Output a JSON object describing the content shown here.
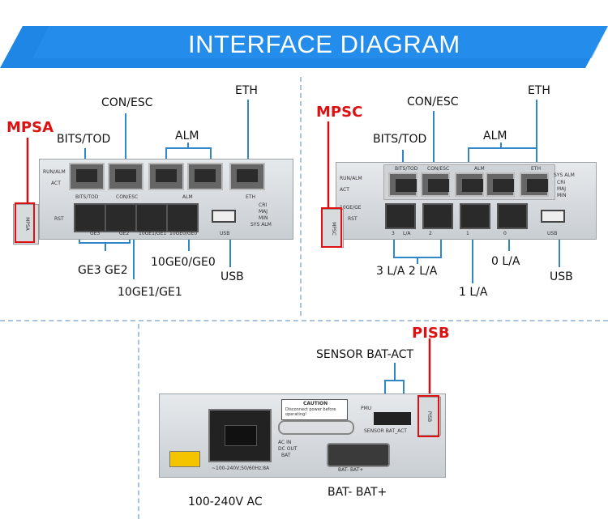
{
  "header": {
    "title": "INTERFACE DIAGRAM"
  },
  "mpsa": {
    "name": "MPSA",
    "labels": {
      "con_esc": "CON/ESC",
      "eth": "ETH",
      "bits_tod": "BITS/TOD",
      "alm": "ALM",
      "ge3_ge2": "GE3  GE2",
      "ge10_0": "10GE0/GE0",
      "ge10_1": "10GE1/GE1",
      "usb": "USB"
    },
    "panel_text": {
      "run_alm": "RUN/ALM",
      "act": "ACT",
      "rst": "RST",
      "bits_tod": "BITS/TOD",
      "con_esc": "CON/ESC",
      "alm": "ALM",
      "eth": "ETH",
      "cri": "CRI",
      "maj": "MAJ",
      "min": "MIN",
      "sys_alm": "SYS ALM",
      "usb": "USB",
      "ge3": "GE3",
      "ge2": "GE2",
      "ge1": "10GE1/GE1",
      "ge0": "10GE0/GE0",
      "handle": "MPSA"
    }
  },
  "mpsc": {
    "name": "MPSC",
    "labels": {
      "con_esc": "CON/ESC",
      "eth": "ETH",
      "bits_tod": "BITS/TOD",
      "alm": "ALM",
      "p3_p2": "3  L/A  2  L/A",
      "p0": "0  L/A",
      "p1": "1  L/A",
      "usb": "USB"
    },
    "panel_text": {
      "run_alm": "RUN/ALM",
      "act": "ACT",
      "rst": "RST",
      "ge": "10GE/GE",
      "bits_tod": "BITS/TOD",
      "con_esc": "CON/ESC",
      "alm": "ALM",
      "eth": "ETH",
      "sys_alm": "SYS ALM",
      "cri": "CRI",
      "maj": "MAJ",
      "min": "MIN",
      "usb": "USB",
      "p3": "3",
      "p2": "2",
      "p1": "1",
      "p0": "0",
      "la": "L/A",
      "handle": "MPSC"
    }
  },
  "pisb": {
    "name": "PISB",
    "labels": {
      "sensor_bat_act": "SENSOR  BAT-ACT",
      "ac": "100-240V AC",
      "bat": "BAT-   BAT+"
    },
    "panel_text": {
      "caution": "CAUTION",
      "caution_body": "Disconnect power before operating!",
      "pmu": "PMU",
      "ac_in": "AC IN",
      "dc_out": "DC OUT",
      "bat": "BAT",
      "rating": "~100-240V;50/60Hz;8A",
      "sensor_bat_act": "SENSOR  BAT_ACT",
      "bat_pm": "BAT-   BAT+",
      "handle": "PISB"
    }
  },
  "colors": {
    "banner": "#1f86e6",
    "banner_dark": "#1469c2",
    "callout": "#d11111",
    "bracket": "#2f86c9"
  }
}
